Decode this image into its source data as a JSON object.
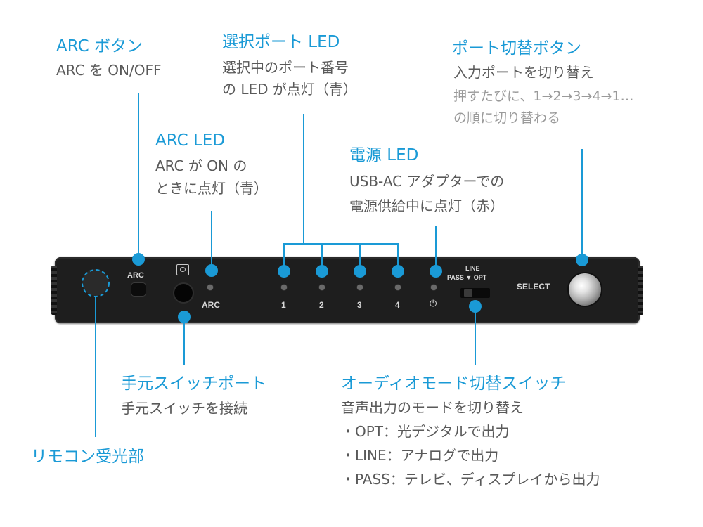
{
  "annotations": {
    "arc_button": {
      "title": "ARC ボタン",
      "desc": "ARC を ON/OFF"
    },
    "select_led": {
      "title": "選択ポート LED",
      "desc1": "選択中のポート番号",
      "desc2": "の LED が点灯（青）"
    },
    "port_button": {
      "title": "ポート切替ボタン",
      "desc": "入力ポートを切り替え",
      "note1": "押すたびに、1→2→3→4→1…",
      "note2": "の順に切り替わる"
    },
    "arc_led": {
      "title": "ARC LED",
      "desc1": "ARC が ON の",
      "desc2": "ときに点灯（青）"
    },
    "power_led": {
      "title": "電源 LED",
      "desc1": "USB-AC アダプターでの",
      "desc2": "電源供給中に点灯（赤）"
    },
    "hand_switch_port": {
      "title": "手元スイッチポート",
      "desc": "手元スイッチを接続"
    },
    "remote_receiver": {
      "title": "リモコン受光部"
    },
    "audio_switch": {
      "title": "オーディオモード切替スイッチ",
      "desc": "音声出力のモードを切り替え",
      "opt": "・OPT：光デジタルで出力",
      "line": "・LINE：アナログで出力",
      "pass": "・PASS：テレビ、ディスプレイから出力"
    }
  },
  "device": {
    "arc_label": "ARC",
    "arc_led_label": "ARC",
    "port_labels": [
      "1",
      "2",
      "3",
      "4"
    ],
    "power_symbol": "⏻",
    "line_label": "LINE",
    "pass_opt_label": "PASS ▼ OPT",
    "select_label": "SELECT"
  },
  "colors": {
    "accent": "#1a9ad6",
    "device": "#1e1e1e",
    "text_gray": "#595959",
    "note_gray": "#9a9a9a"
  }
}
